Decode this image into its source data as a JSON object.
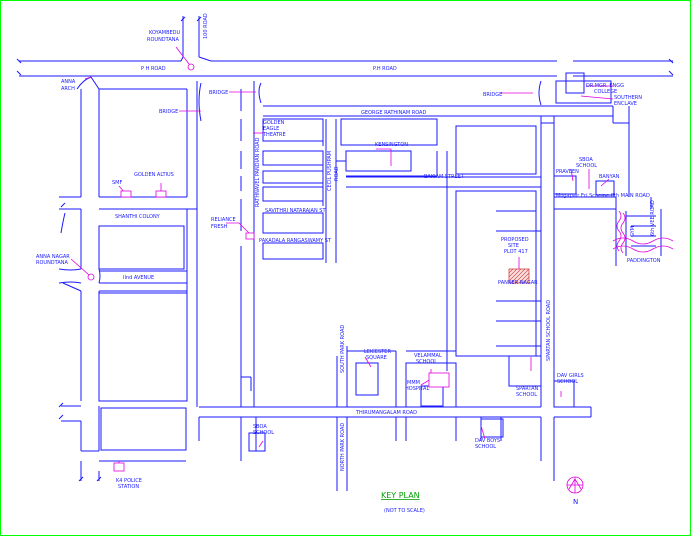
{
  "labels": {
    "koyambedu": [
      "KOYAMBEDU",
      "ROUNDTANA"
    ],
    "road_100": "100 ROAD",
    "ph_road_left": "P H ROAD",
    "ph_road_right": "P.H ROAD",
    "anna_arch": [
      "ANNA",
      "ARCH"
    ],
    "bridge_1": "BRIDGE",
    "bridge_2": "BRIDGE",
    "bridge_3": "BRIDGE",
    "dr_mgr": [
      "DR.MGR. ENGG",
      "COLLEGE"
    ],
    "southern": [
      "SOUTHERN",
      "ENCLAVE"
    ],
    "george": "GEORGE RATHINAM ROAD",
    "golden_eagle": [
      "GOLDEN",
      "EAGLE",
      "THEATRE"
    ],
    "kensington": "KENSINGTON",
    "cecil": [
      "CECIL PUSHPAM",
      "ROAD"
    ],
    "rathinavel": "RATHNAVEL PANDIAN ROAD",
    "bakiam": "BAKIAM STREET",
    "sboa_top": [
      "SBOA",
      "SCHOOL"
    ],
    "praveen": "PRAVEEN",
    "banyan": "BANYAN",
    "mogapair": "Mogapair Eri Scheme 8th MAIN ROAD",
    "smf": "SMF",
    "golden_altius": "GOLDEN ALTIUS",
    "shanthi": "SHANTHI COLONY",
    "savithri": "SAVITHRI NATARAJAN ST",
    "reliance": [
      "RELIANCE",
      "FRESH"
    ],
    "pakadala": "PAKADALA RANGASWAMY ST",
    "proposed": [
      "PROPOSED",
      "SITE",
      "PLOT 417"
    ],
    "panner": "PANNER NAGAR",
    "gym": "GYM",
    "vee_road": "6th VEE ROAD",
    "paddington": "PADDINGTON",
    "anna_nagar": [
      "ANNA NAGAR",
      "ROUNDTANA"
    ],
    "iind_avenue": "IInd AVENUE",
    "spartan_road": "SPARTAN SCHOOL ROAD",
    "leicester": [
      "LEICESTER",
      "SQUARE"
    ],
    "south_park": "SOUTH PARK ROAD",
    "velammal": [
      "VELAMMAL",
      "SCHOOL"
    ],
    "mmm": [
      "MMM",
      "HOSPITAL"
    ],
    "spartan_school": [
      "SPARTAN",
      "SCHOOL"
    ],
    "dav_girls": [
      "DAV GIRLS",
      "SCHOOL"
    ],
    "thirumangalam": "THIRUMANGALAM ROAD",
    "sboa_bottom": [
      "SBOA",
      "SCHOOL"
    ],
    "north_park": "NORTH PARK ROAD",
    "dav_boys": [
      "DAV BOYS",
      "SCHOOL"
    ],
    "k4_police": [
      "K4 POLICE",
      "STATION"
    ],
    "key_plan": "KEY PLAN",
    "not_to_scale": "(NOT TO SCALE)",
    "north": "N"
  },
  "colors": {
    "road": "#1a1aff",
    "marker": "#e000e0",
    "site_hatch": "#cc4444",
    "title": "#00a000",
    "frame": "#00ff00"
  }
}
